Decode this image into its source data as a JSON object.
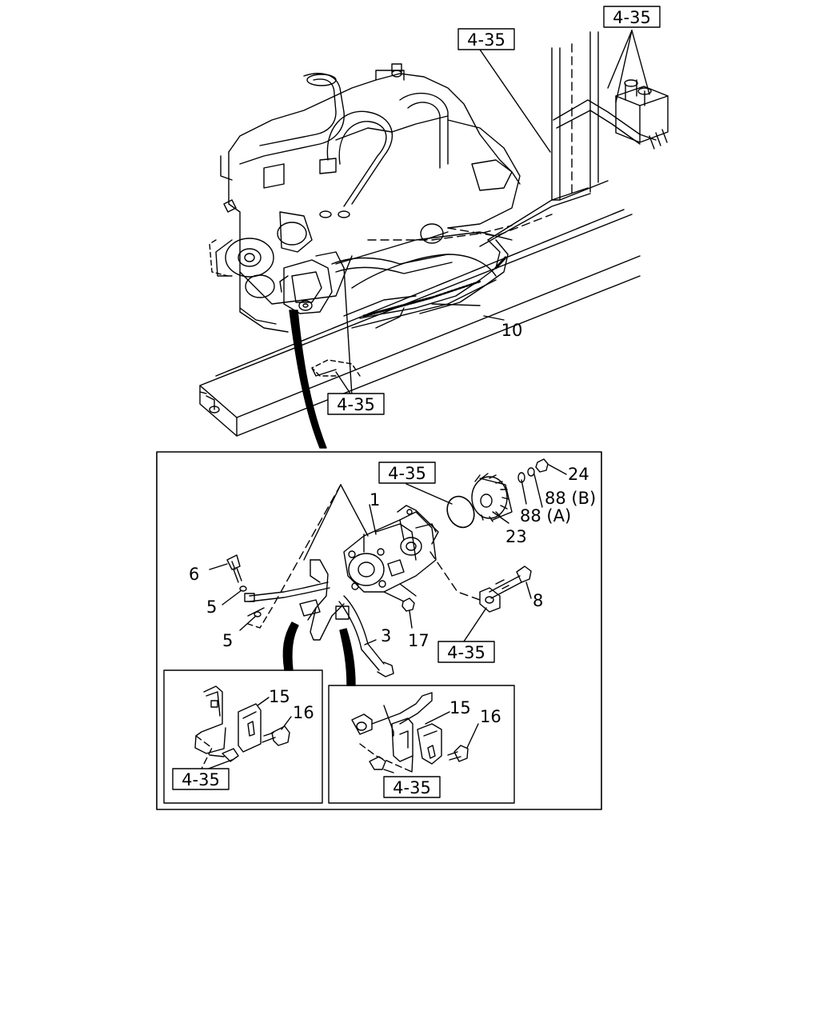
{
  "refs": {
    "r1": "4-35",
    "r2": "4-35",
    "r3": "4-35",
    "r4": "4-35",
    "r5": "4-35",
    "r6": "4-35",
    "r7": "4-35"
  },
  "callouts": {
    "c10": "10",
    "c1": "1",
    "c24": "24",
    "c88b": "88 (B)",
    "c88a": "88 (A)",
    "c23": "23",
    "c6": "6",
    "c5a": "5",
    "c5b": "5",
    "c8": "8",
    "c3": "3",
    "c17": "17",
    "c15a": "15",
    "c16a": "16",
    "c15b": "15",
    "c16b": "16"
  }
}
